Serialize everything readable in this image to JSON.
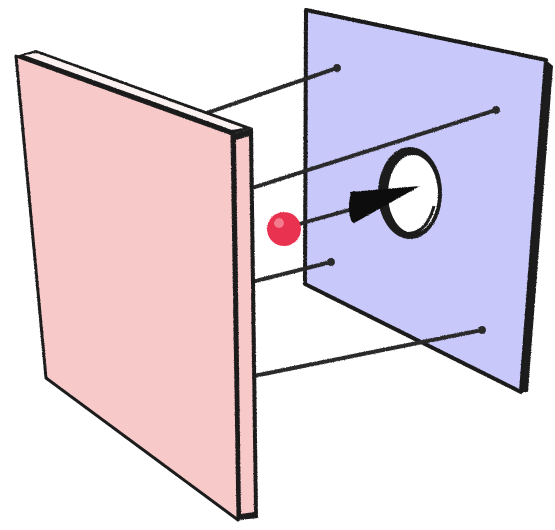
{
  "colors": {
    "front_panel_fill": "#f8c9c9",
    "back_panel_fill": "#c8c8fa",
    "ink": "#1a1a1a",
    "rod": "#2a2a2a",
    "ball": "#e8304f",
    "ball_highlight": "#f47a8e",
    "hole_fill": "#ffffff",
    "cone": "#101010"
  },
  "elements": {
    "front_panel": "front-panel",
    "back_panel": "back-panel",
    "rods": 4,
    "ball": "red-ball",
    "hole": "circular-hole",
    "cone": "pointer-cone"
  }
}
